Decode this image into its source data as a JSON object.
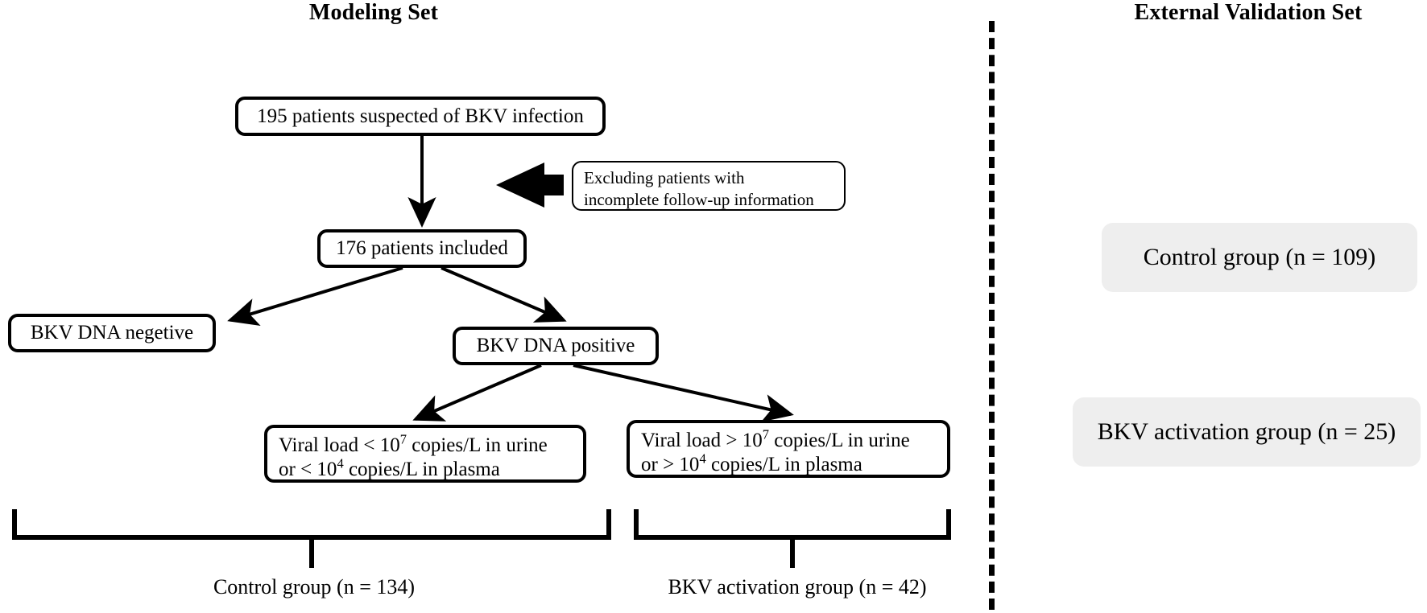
{
  "figure": {
    "type": "flowchart",
    "panels": [
      {
        "id": "modeling-set",
        "title": "Modeling Set",
        "nodes": [
          {
            "id": "n1",
            "label": "195 patients suspected of BKV infection"
          },
          {
            "id": "n2",
            "label": "176 patients included"
          },
          {
            "id": "n3",
            "label": "BKV DNA negetive"
          },
          {
            "id": "n4",
            "label": "BKV DNA positive"
          },
          {
            "id": "n5",
            "line1": "Viral load < 10",
            "sup1": "7",
            "line1b": " copies/L in urine",
            "line2": "or < 10",
            "sup2": "4",
            "line2b": " copies/L in plasma"
          },
          {
            "id": "n6",
            "line1": "Viral load > 10",
            "sup1": "7",
            "line1b": " copies/L in urine",
            "line2": "or > 10",
            "sup2": "4",
            "line2b": " copies/L in plasma"
          }
        ],
        "exclusion": {
          "line1": "Excluding patients with",
          "line2": "incomplete follow-up information"
        },
        "brace_captions": [
          {
            "id": "b1",
            "label": "Control group (n = 134)"
          },
          {
            "id": "b2",
            "label": "BKV activation group (n = 42)"
          }
        ]
      },
      {
        "id": "external-validation-set",
        "title": "External Validation Set",
        "boxes": [
          {
            "id": "v1",
            "label": "Control group (n = 109)"
          },
          {
            "id": "v2",
            "label": "BKV activation group (n = 25)"
          }
        ]
      }
    ],
    "colors": {
      "stroke": "#000000",
      "background": "#ffffff",
      "grey_box_fill": "#eeeeee"
    }
  }
}
